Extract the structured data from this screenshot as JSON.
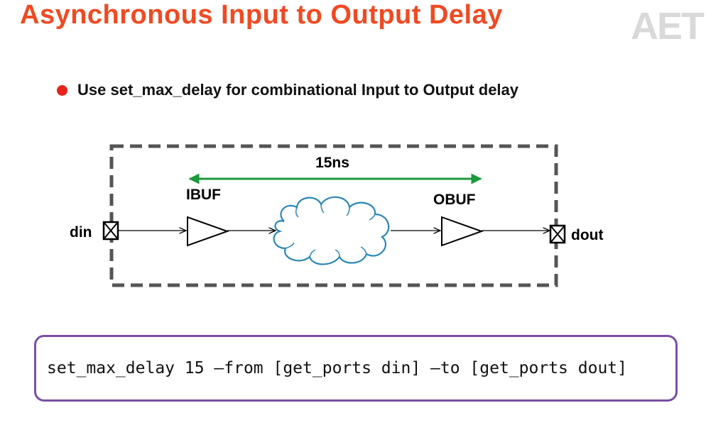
{
  "slide": {
    "title": "Asynchronous Input to Output Delay",
    "logo_text": "AET",
    "bullet": "Use set_max_delay for combinational  Input to Output delay"
  },
  "diagram": {
    "delay_label": "15ns",
    "input_port": "din",
    "output_port": "dout",
    "input_buffer": "IBUF",
    "output_buffer": "OBUF"
  },
  "command": {
    "text": "set_max_delay 15 –from [get_ports din] –to [get_ports dout]"
  },
  "colors": {
    "title": "#f04a23",
    "logo": "#d9d9d9",
    "bullet_dot": "#e8241a",
    "dashed_border": "#555555",
    "arrow_green": "#1a9a3a",
    "cloud_stroke": "#2a87b8",
    "command_border": "#7a4fa6"
  },
  "icons": {
    "bullet": "red-dot-icon",
    "port": "crossed-box-port-icon",
    "buffer": "buffer-triangle-icon",
    "logic": "cloud-icon"
  }
}
